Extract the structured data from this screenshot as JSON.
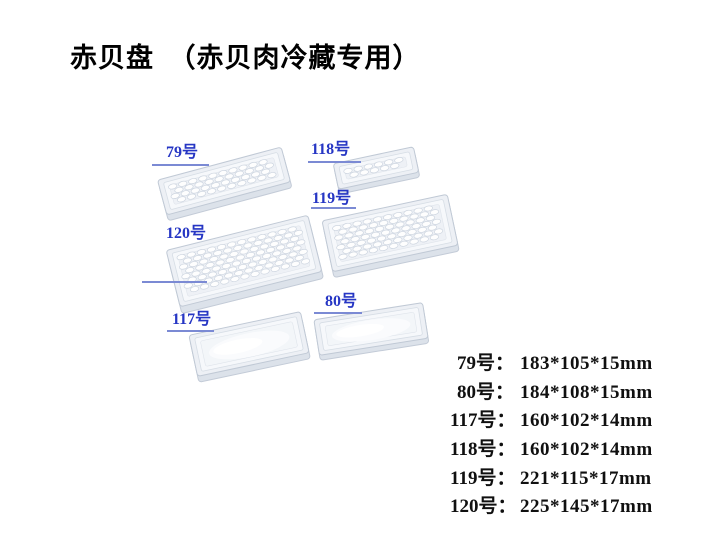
{
  "title": "赤贝盘　（赤贝肉冷藏专用）",
  "colors": {
    "label_blue": "#2636c4",
    "line_blue": "#7b8ad4",
    "title_black": "#000000",
    "spec_black": "#101010",
    "tray_rim": "#edf0f5",
    "tray_wall": "#dce2ea",
    "tray_floor": "#f3f6f9",
    "background": "#ffffff"
  },
  "trays": [
    {
      "label": "79号"
    },
    {
      "label": "118号"
    },
    {
      "label": "119号"
    },
    {
      "label": "120号"
    },
    {
      "label": "117号"
    },
    {
      "label": "80号"
    }
  ],
  "specs": [
    {
      "label": "79号：",
      "value": "183*105*15mm"
    },
    {
      "label": "80号：",
      "value": "184*108*15mm"
    },
    {
      "label": "117号：",
      "value": "160*102*14mm"
    },
    {
      "label": "118号：",
      "value": "160*102*14mm"
    },
    {
      "label": "119号：",
      "value": "221*115*17mm"
    },
    {
      "label": "120号：",
      "value": "225*145*17mm"
    }
  ]
}
